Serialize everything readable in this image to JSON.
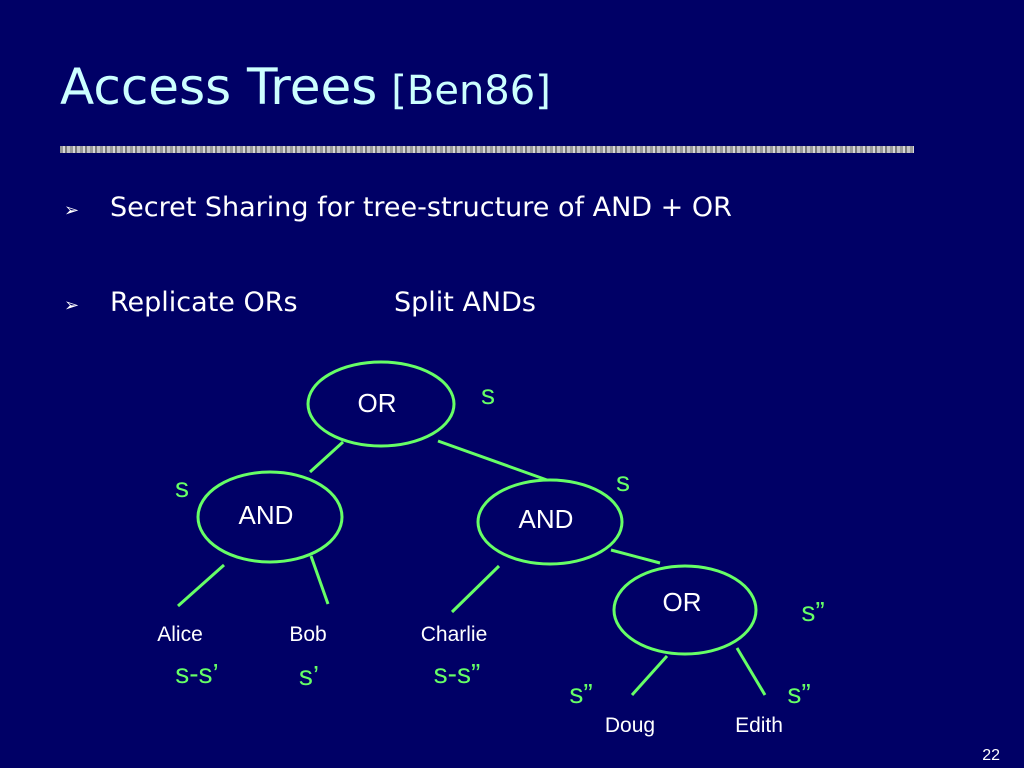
{
  "title": {
    "main": "Access Trees",
    "cite": "[Ben86]"
  },
  "bullets": [
    {
      "icon": "arrow-bullet-icon",
      "text": "Secret Sharing for tree-structure of AND + OR",
      "text2": ""
    },
    {
      "icon": "arrow-bullet-icon",
      "text": "Replicate ORs",
      "text2": "Split ANDs"
    }
  ],
  "colors": {
    "background": "#000066",
    "node_stroke": "#66ff66",
    "share_text": "#66ff66",
    "title": "#ccffff"
  },
  "tree": {
    "nodes": {
      "root_or": "OR",
      "and_left": "AND",
      "and_right": "AND",
      "or_lower": "OR"
    },
    "shares": {
      "root": "s",
      "and_left": "s",
      "and_right": "s",
      "or_lower": "s”",
      "alice": "s-s’",
      "bob": "s’",
      "charlie": "s-s”",
      "doug": "s”",
      "edith": "s”"
    },
    "leaves": {
      "alice": "Alice",
      "bob": "Bob",
      "charlie": "Charlie",
      "doug": "Doug",
      "edith": "Edith"
    }
  },
  "page_number": "22"
}
